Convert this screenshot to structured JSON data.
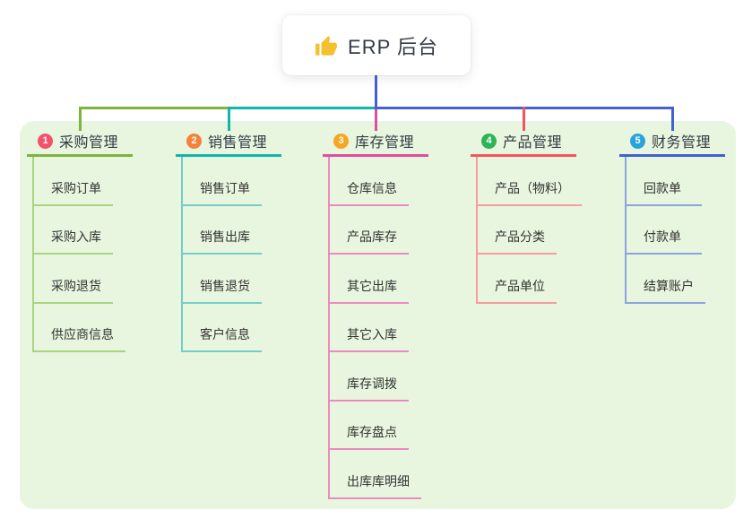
{
  "root": {
    "label": "ERP 后台",
    "icon": "thumbs-up-icon",
    "icon_color": "#f5c02e"
  },
  "canvas": {
    "background": "#ffffff",
    "panel_background": "#e8f6df"
  },
  "connector": {
    "root_color": "#4660cd"
  },
  "branches": [
    {
      "index": "1",
      "label": "采购管理",
      "badge_color": "#f4516c",
      "line_color": "#7cb43d",
      "sub_line_color": "#abd47e",
      "children": [
        "采购订单",
        "采购入库",
        "采购退货",
        "供应商信息"
      ]
    },
    {
      "index": "2",
      "label": "销售管理",
      "badge_color": "#f5823a",
      "line_color": "#13b4ac",
      "sub_line_color": "#72cfc7",
      "children": [
        "销售订单",
        "销售出库",
        "销售退货",
        "客户信息"
      ]
    },
    {
      "index": "3",
      "label": "库存管理",
      "badge_color": "#f6a623",
      "line_color": "#de4f9c",
      "sub_line_color": "#ec8ac0",
      "children": [
        "仓库信息",
        "产品库存",
        "其它出库",
        "其它入库",
        "库存调拨",
        "库存盘点",
        "出库库明细"
      ]
    },
    {
      "index": "4",
      "label": "产品管理",
      "badge_color": "#2eb356",
      "line_color": "#f2555e",
      "sub_line_color": "#f79ba0",
      "children": [
        "产品（物料）",
        "产品分类",
        "产品单位"
      ]
    },
    {
      "index": "5",
      "label": "财务管理",
      "badge_color": "#28a3dc",
      "line_color": "#4161cf",
      "sub_line_color": "#8aa4dd",
      "children": [
        "回款单",
        "付款单",
        "结算账户"
      ]
    }
  ]
}
